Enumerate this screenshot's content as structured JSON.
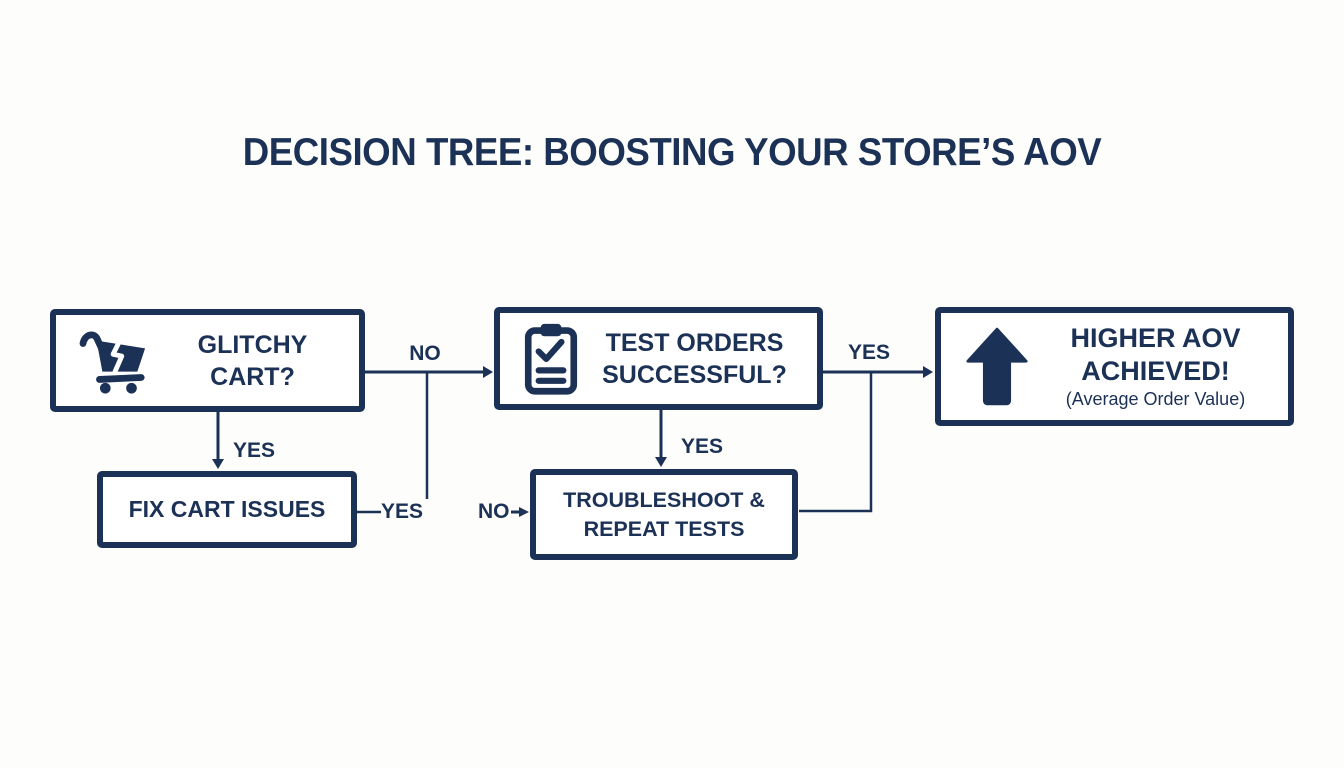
{
  "title": "DECISION TREE: BOOSTING YOUR STORE’S AOV",
  "colors": {
    "navy": "#1c3156",
    "background": "#fdfdfc",
    "node_fill": "#ffffff"
  },
  "nodes": {
    "glitchy_cart": {
      "line1": "GLITCHY",
      "line2": "CART?",
      "icon": "broken-cart-icon"
    },
    "test_orders": {
      "line1": "TEST ORDERS",
      "line2": "SUCCESSFUL?",
      "icon": "clipboard-check-icon"
    },
    "higher_aov": {
      "line1": "HIGHER AOV",
      "line2": "ACHIEVED!",
      "subtitle": "(Average Order Value)",
      "icon": "arrow-up-icon"
    },
    "fix_cart": {
      "label": "FIX CART ISSUES"
    },
    "troubleshoot": {
      "line1": "TROUBLESHOOT &",
      "line2": "REPEAT TESTS"
    }
  },
  "edges": {
    "glitchy_to_test": {
      "label": "NO"
    },
    "glitchy_to_fix": {
      "label": "YES"
    },
    "fix_to_test": {
      "label": "YES"
    },
    "test_to_troubleshoot": {
      "label": "YES"
    },
    "test_to_higher": {
      "label": "YES"
    },
    "no_into_troubleshoot": {
      "label": "NO"
    }
  }
}
